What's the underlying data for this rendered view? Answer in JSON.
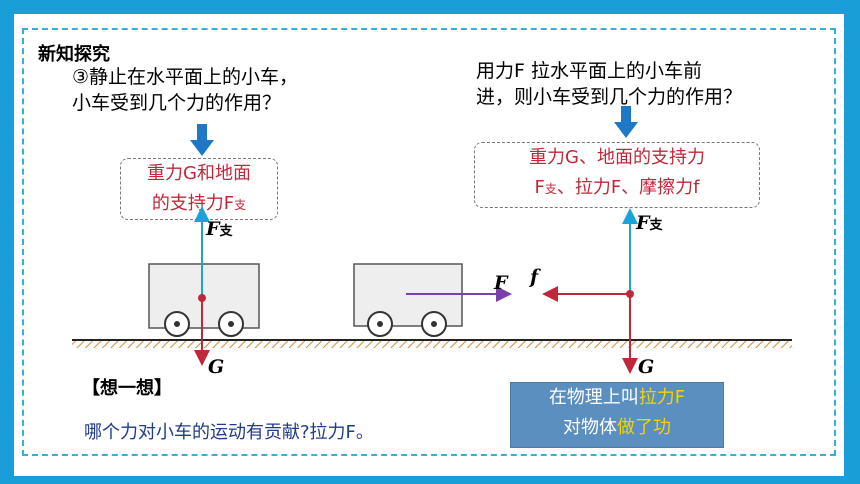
{
  "heading": "新知探究",
  "left_question": {
    "line1": "③静止在水平面上的小车，",
    "line2": "小车受到几个力的作用？"
  },
  "right_question": {
    "line1": "用力F 拉水平面上的小车前",
    "line2": "进，则小车受到几个力的作用？"
  },
  "left_answer": {
    "line1": "重力G和地面",
    "line2_a": "的支持力F",
    "line2_sub": "支"
  },
  "right_answer": {
    "line1": "重力G、地面的支持力",
    "line2_a": "F",
    "line2_sub": "支",
    "line2_b": "、拉力F、摩擦力f"
  },
  "force_labels": {
    "support": "F",
    "support_sub": "支",
    "gravity": "G",
    "pull": "F",
    "friction": "f"
  },
  "think_title": "【想一想】",
  "think_answer": "哪个力对小车的运动有贡献?拉力F。",
  "conclusion": {
    "line1_a": "在物理上叫",
    "line1_b": "拉力F",
    "line2_a": "对物体",
    "line2_b": "做了功"
  },
  "colors": {
    "background": "#1a9ed8",
    "support_arrow": "#19a3d6",
    "gravity_arrow": "#c0283a",
    "pull_arrow": "#7a3fa8",
    "answer_text": "#c0283a",
    "highlight": "#f5d400"
  }
}
